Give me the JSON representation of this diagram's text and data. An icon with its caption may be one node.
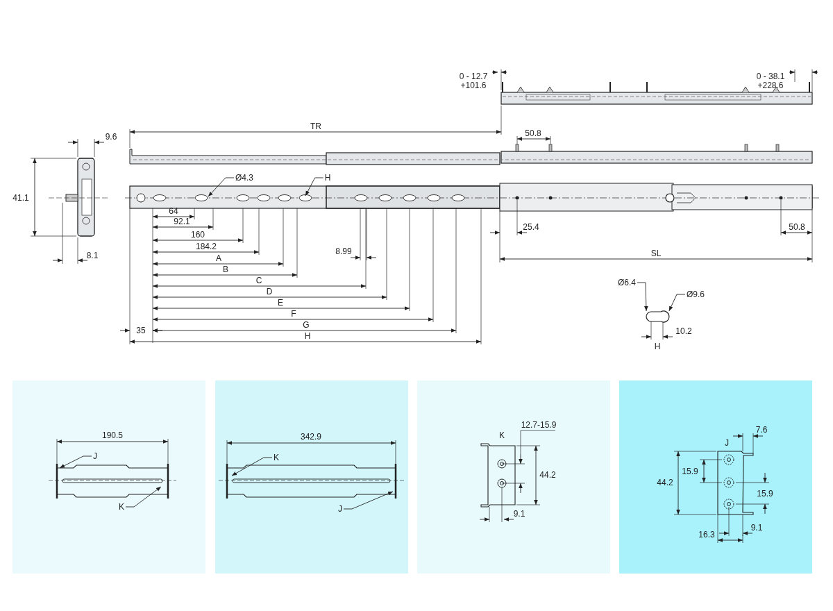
{
  "diagram": {
    "nodes": [
      {
        "text": [
          "Ø4.3"
        ]
      },
      {
        "text": [
          "H"
        ]
      },
      {
        "text": [
          "Ø6.4"
        ]
      },
      {
        "text": [
          "Ø9.6"
        ]
      },
      {
        "text": [
          "J"
        ]
      },
      {
        "text": [
          "K"
        ]
      },
      {
        "text": [
          "K"
        ]
      },
      {
        "text": [
          "J"
        ]
      },
      {
        "text": [],
        "shape": "picture"
      }
    ],
    "edges": [
      {
        "from": 0,
        "to": null,
        "arrow": "to"
      },
      {
        "from": 1,
        "to": null,
        "arrow": "to"
      },
      {
        "from": 2,
        "to": 8,
        "arrow": "to"
      },
      {
        "from": 3,
        "to": 8,
        "arrow": "to"
      },
      {
        "from": 4,
        "to": null,
        "arrow": "to"
      },
      {
        "from": 5,
        "to": null,
        "arrow": "to"
      },
      {
        "from": 6,
        "to": null,
        "arrow": "to"
      },
      {
        "from": 7,
        "to": null,
        "arrow": "to"
      }
    ],
    "labels": [
      "0 - 12.7 +101.6",
      "0 - 38.1 +228.6",
      "TR",
      "9.6",
      "50.8",
      "41.1",
      "64",
      "92.1",
      "160",
      "184.2",
      "A",
      "B",
      "C",
      "D",
      "E",
      "F",
      "G",
      "35",
      "H",
      "8.1",
      "8.99",
      "25.4",
      "50.8",
      "SL",
      "10.2",
      "H",
      "190.5",
      "342.9",
      "12.7-15.9",
      "K",
      "44.2",
      "9.1",
      "7.6",
      "J",
      "15.9",
      "44.2",
      "15.9",
      "9.1",
      "16.3"
    ]
  }
}
